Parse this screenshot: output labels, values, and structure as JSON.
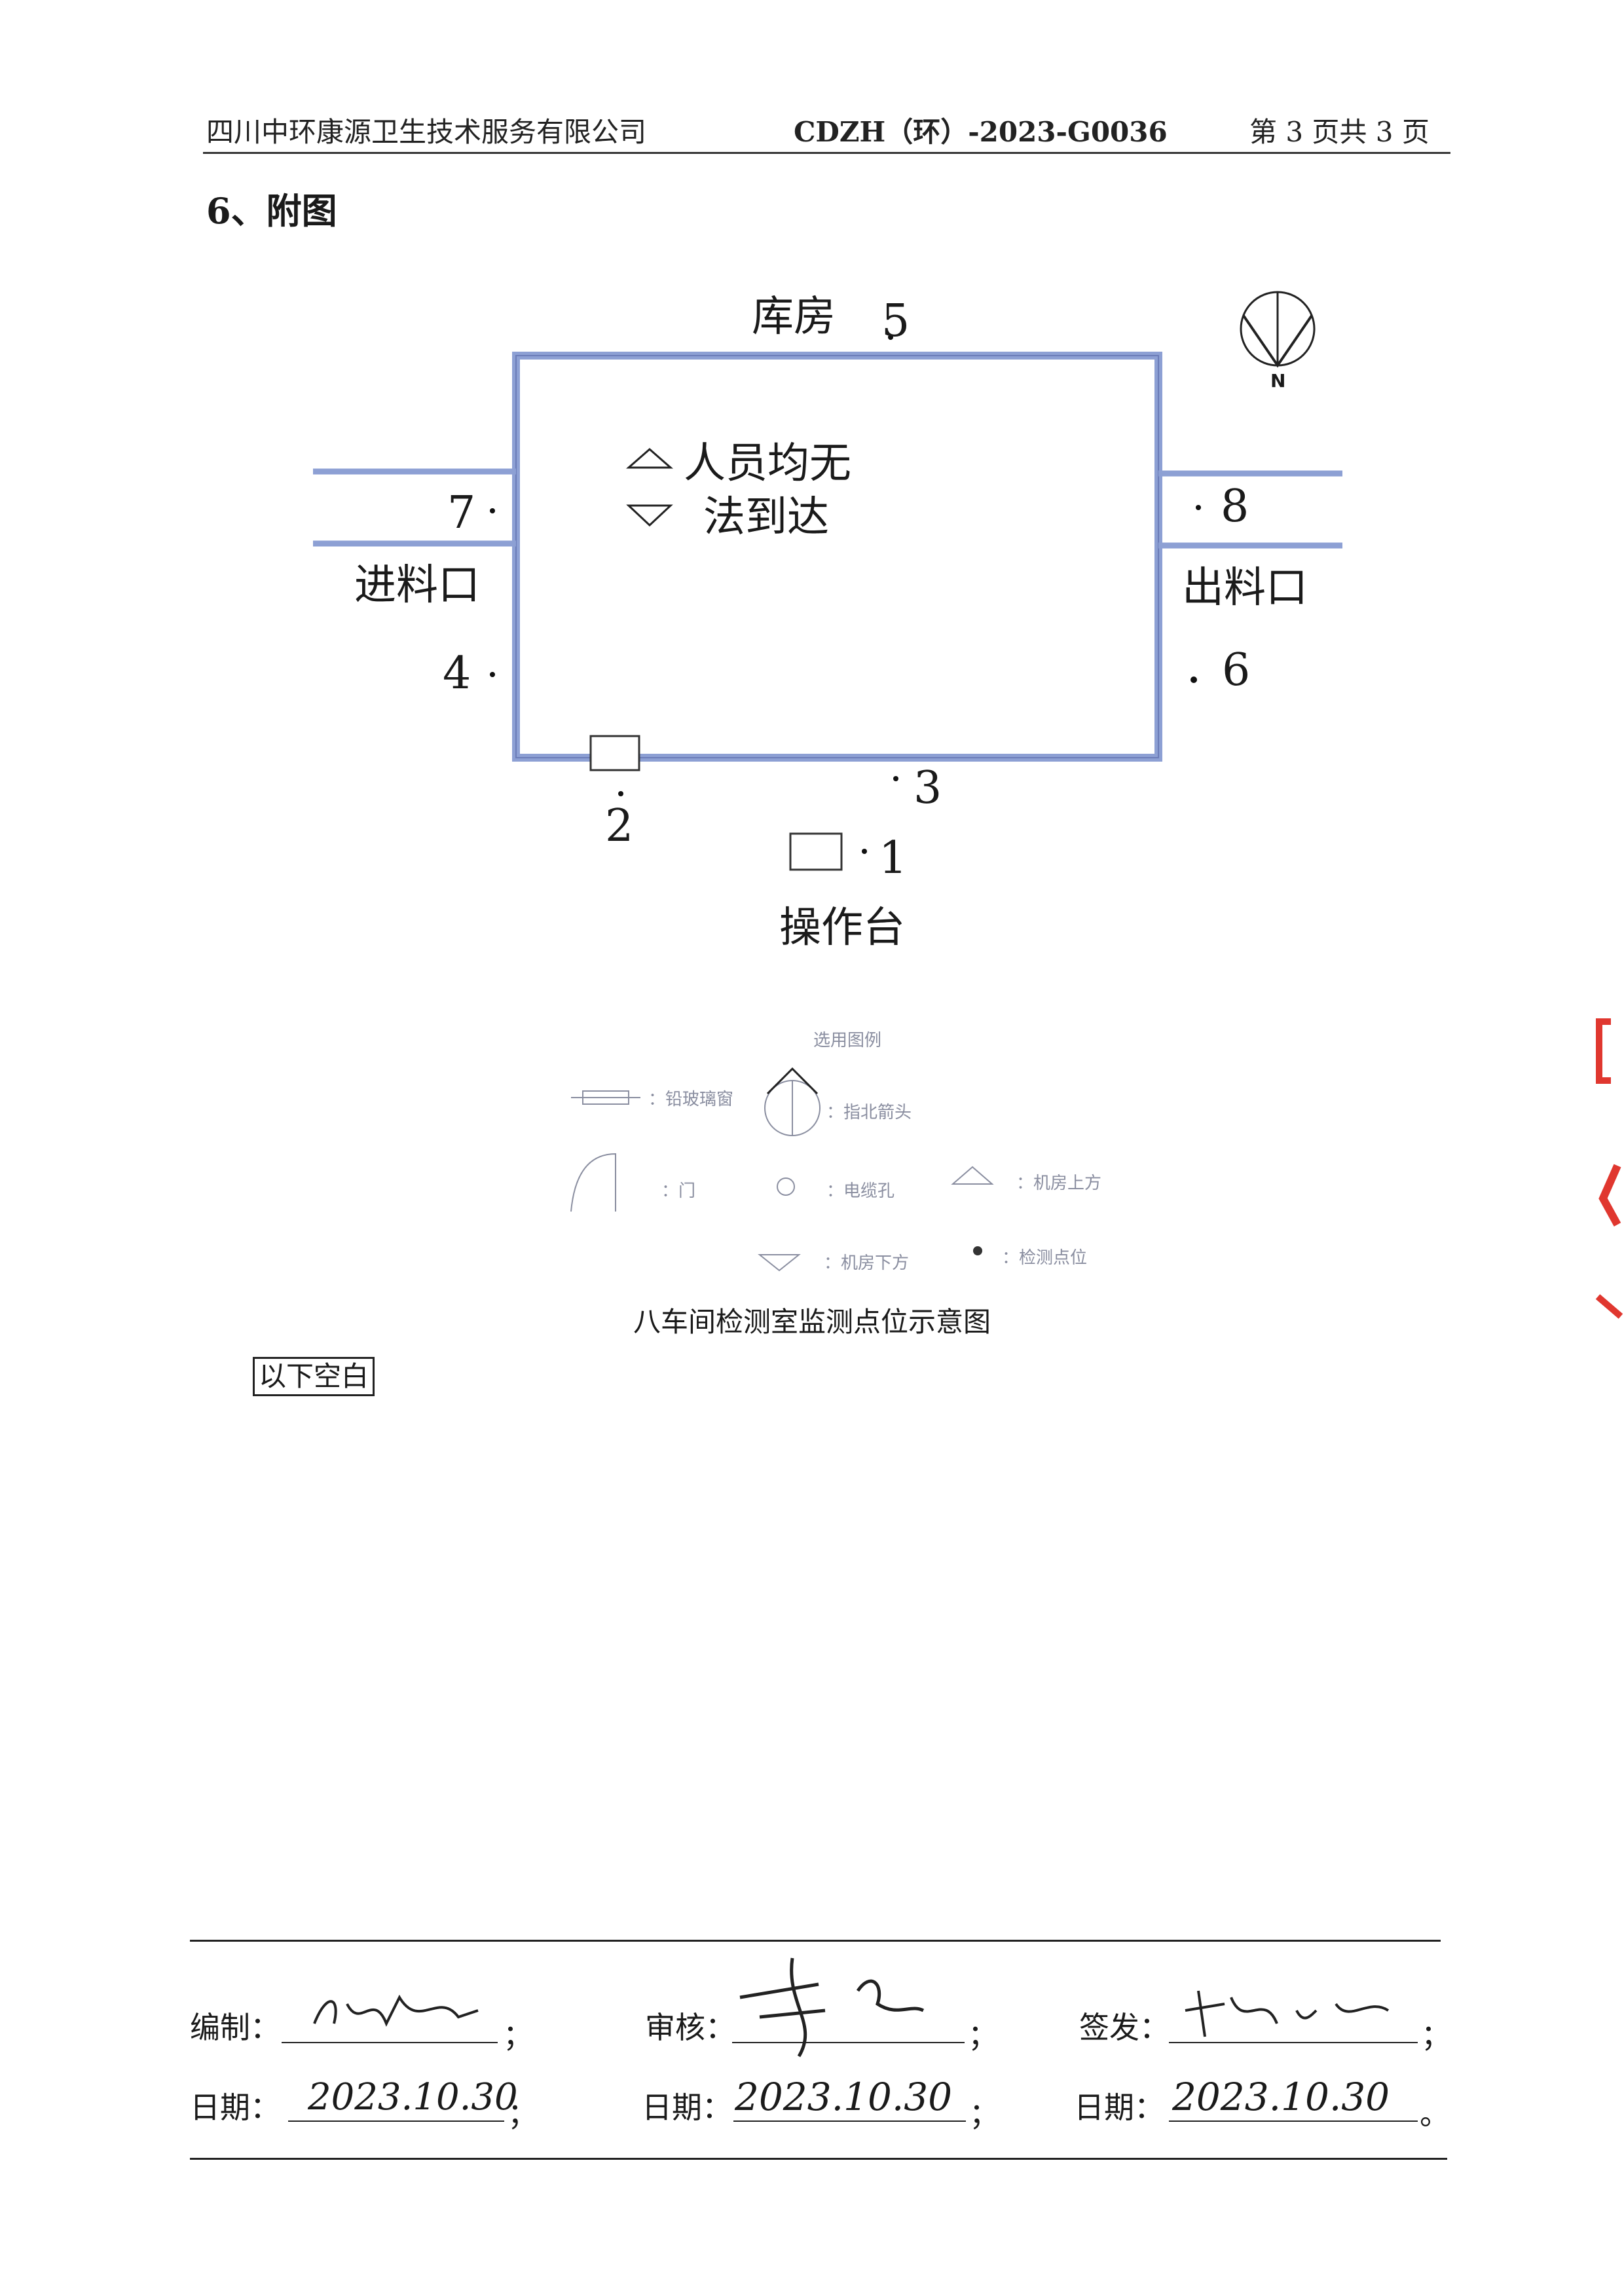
{
  "header": {
    "company": "四川中环康源卫生技术服务有限公司",
    "report_no": "CDZH（环）-2023-G0036",
    "page": "第 3 页共 3 页"
  },
  "section": {
    "title": "6、附图"
  },
  "diagram": {
    "top_label": "库房",
    "left_label": "进料口",
    "right_label": "出料口",
    "bottom_label": "操作台",
    "north": "N",
    "legend_lines": [
      "人员均无",
      "法到达"
    ],
    "points": [
      "1",
      "2",
      "3",
      "4",
      "5",
      "6",
      "7",
      "8"
    ]
  },
  "legend": {
    "title": "选用图例",
    "items": {
      "lead_window": "：铅玻璃窗",
      "north": "：指北箭头",
      "door": "：门",
      "cable_hole": "：电缆孔",
      "above": "：机房上方",
      "below": "：机房下方",
      "point": "：检测点位"
    }
  },
  "caption": "八车间检测室监测点位示意图",
  "blank_note": "以下空白",
  "signatures": {
    "compiled_label": "编制：",
    "reviewed_label": "审核：",
    "issued_label": "签发：",
    "date_label": "日期：",
    "date_compiled": "2023.10.30",
    "date_reviewed": "2023.10.30",
    "date_issued": "2023.10.30",
    "semicolon": "；",
    "period": "。"
  },
  "colors": {
    "wall": "#8da0d4",
    "wall_dark": "#6b7cb8",
    "stamp": "#e0372f"
  }
}
